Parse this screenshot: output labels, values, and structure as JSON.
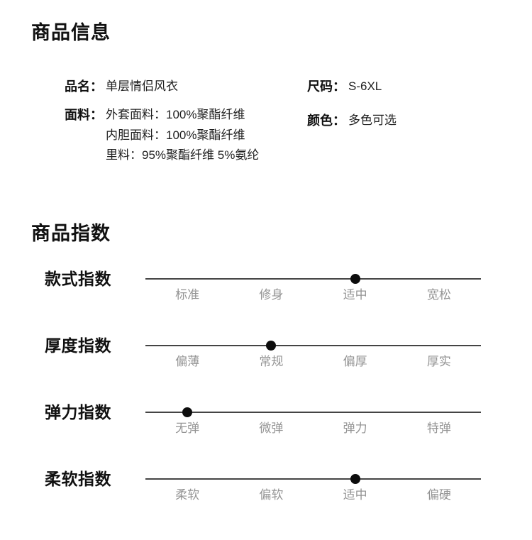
{
  "sections": {
    "info_title": "商品信息",
    "index_title": "商品指数"
  },
  "product_info": {
    "left": [
      {
        "label": "品名：",
        "value": "单层情侣风衣"
      },
      {
        "label": "面料：",
        "lines": [
          "外套面料：100%聚酯纤维",
          "内胆面料：100%聚酯纤维",
          "里料：95%聚酯纤维 5%氨纶"
        ]
      }
    ],
    "right": [
      {
        "label": "尺码：",
        "value": "S-6XL"
      },
      {
        "label": "颜色：",
        "value": "多色可选"
      }
    ]
  },
  "indices": [
    {
      "name": "款式指数",
      "options": [
        "标准",
        "修身",
        "适中",
        "宽松"
      ],
      "selected_index": 2,
      "selected_label": "适中"
    },
    {
      "name": "厚度指数",
      "options": [
        "偏薄",
        "常规",
        "偏厚",
        "厚实"
      ],
      "selected_index": 1,
      "selected_label": "常规"
    },
    {
      "name": "弹力指数",
      "options": [
        "无弹",
        "微弹",
        "弹力",
        "特弹"
      ],
      "selected_index": 0,
      "selected_label": "无弹"
    },
    {
      "name": "柔软指数",
      "options": [
        "柔软",
        "偏软",
        "适中",
        "偏硬"
      ],
      "selected_index": 2,
      "selected_label": "适中"
    }
  ],
  "colors": {
    "text_primary": "#111111",
    "text_secondary": "#1f1f1f",
    "tick_label": "#949494",
    "track": "#444444",
    "dot": "#0d0d0d",
    "background": "#ffffff"
  }
}
